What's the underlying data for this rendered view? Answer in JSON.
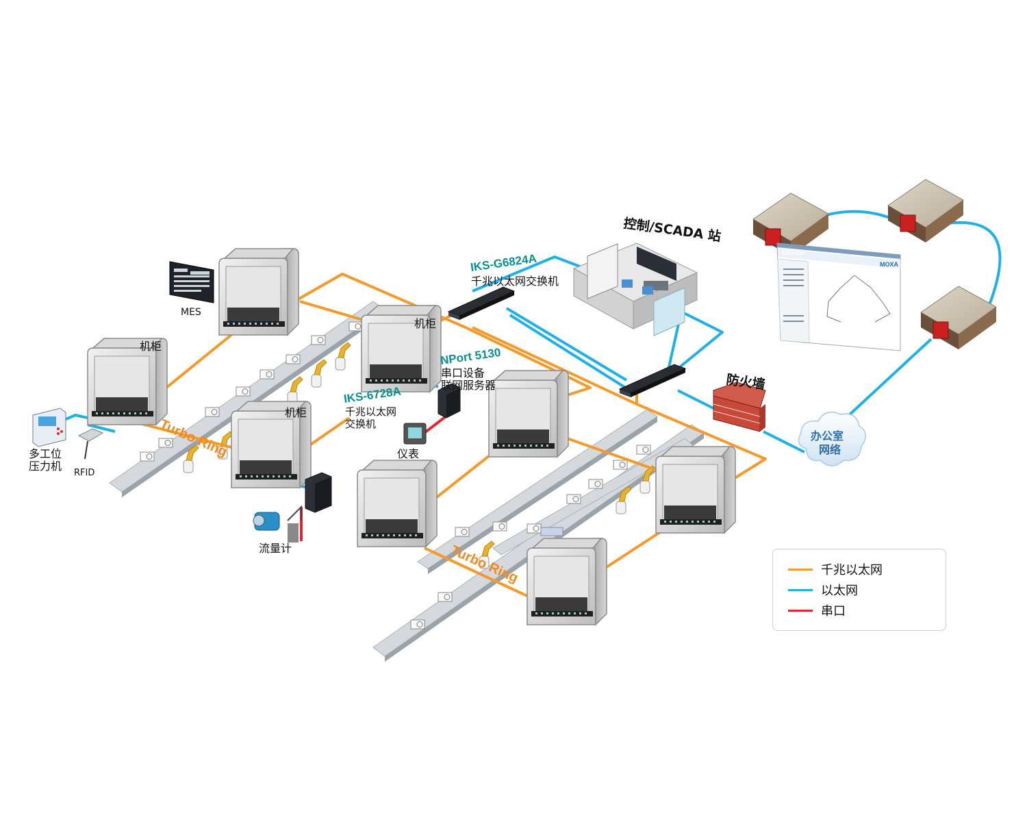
{
  "labels": {
    "mes": "MES",
    "cabinet": "机柜",
    "multi_station_press": [
      "多工位",
      "压力机"
    ],
    "rfid": "RFID",
    "flowmeter": "流量计",
    "meter": "仪表",
    "iks6728a_model": "IKS-6728A",
    "iks6728a_desc": [
      "千兆以太网",
      "交换机"
    ],
    "iksg6824a_model": "IKS-G6824A",
    "iksg6824a_desc": "千兆以太网交换机",
    "nport_model": "NPort 5130",
    "nport_desc": [
      "串口设备",
      "联网服务器"
    ],
    "scada": "控制/SCADA 站",
    "firewall": "防火墙",
    "office_network": [
      "办公室",
      "网络"
    ],
    "turbo_ring": "Turbo Ring",
    "mxview_logo": "MXview",
    "moxa_logo": "MOXA"
  },
  "legend": [
    {
      "label": "千兆以太网",
      "color": "#f39a2b"
    },
    {
      "label": "以太网",
      "color": "#1fb0e8"
    },
    {
      "label": "串口",
      "color": "#e52431"
    }
  ],
  "colors": {
    "gigabit": "#f39a2b",
    "ethernet": "#1fb0e8",
    "serial": "#e52431",
    "accent": "#0a8f8f"
  }
}
